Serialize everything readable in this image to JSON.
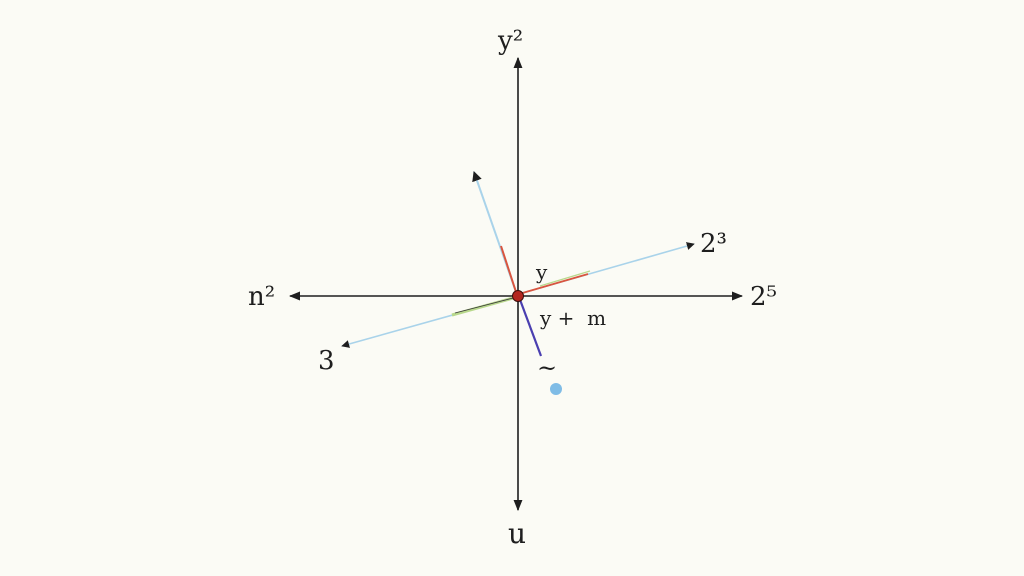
{
  "diagram": {
    "labels": {
      "top": "y²",
      "bottom": "u",
      "left": "n²",
      "right": "2⁵",
      "upper_right_arrow": "2³",
      "lower_left_arrow": "3",
      "near_origin_upper": "y",
      "near_origin_lower": "y +  m",
      "squiggle": "~"
    },
    "colors": {
      "axis": "#1e1e1e",
      "light_blue": "#a9d3ea",
      "red": "#d9553f",
      "green": "#b8d88c",
      "purple": "#4a3fb0",
      "dot_blue": "#7fbce6",
      "origin": "#b3261e"
    }
  }
}
